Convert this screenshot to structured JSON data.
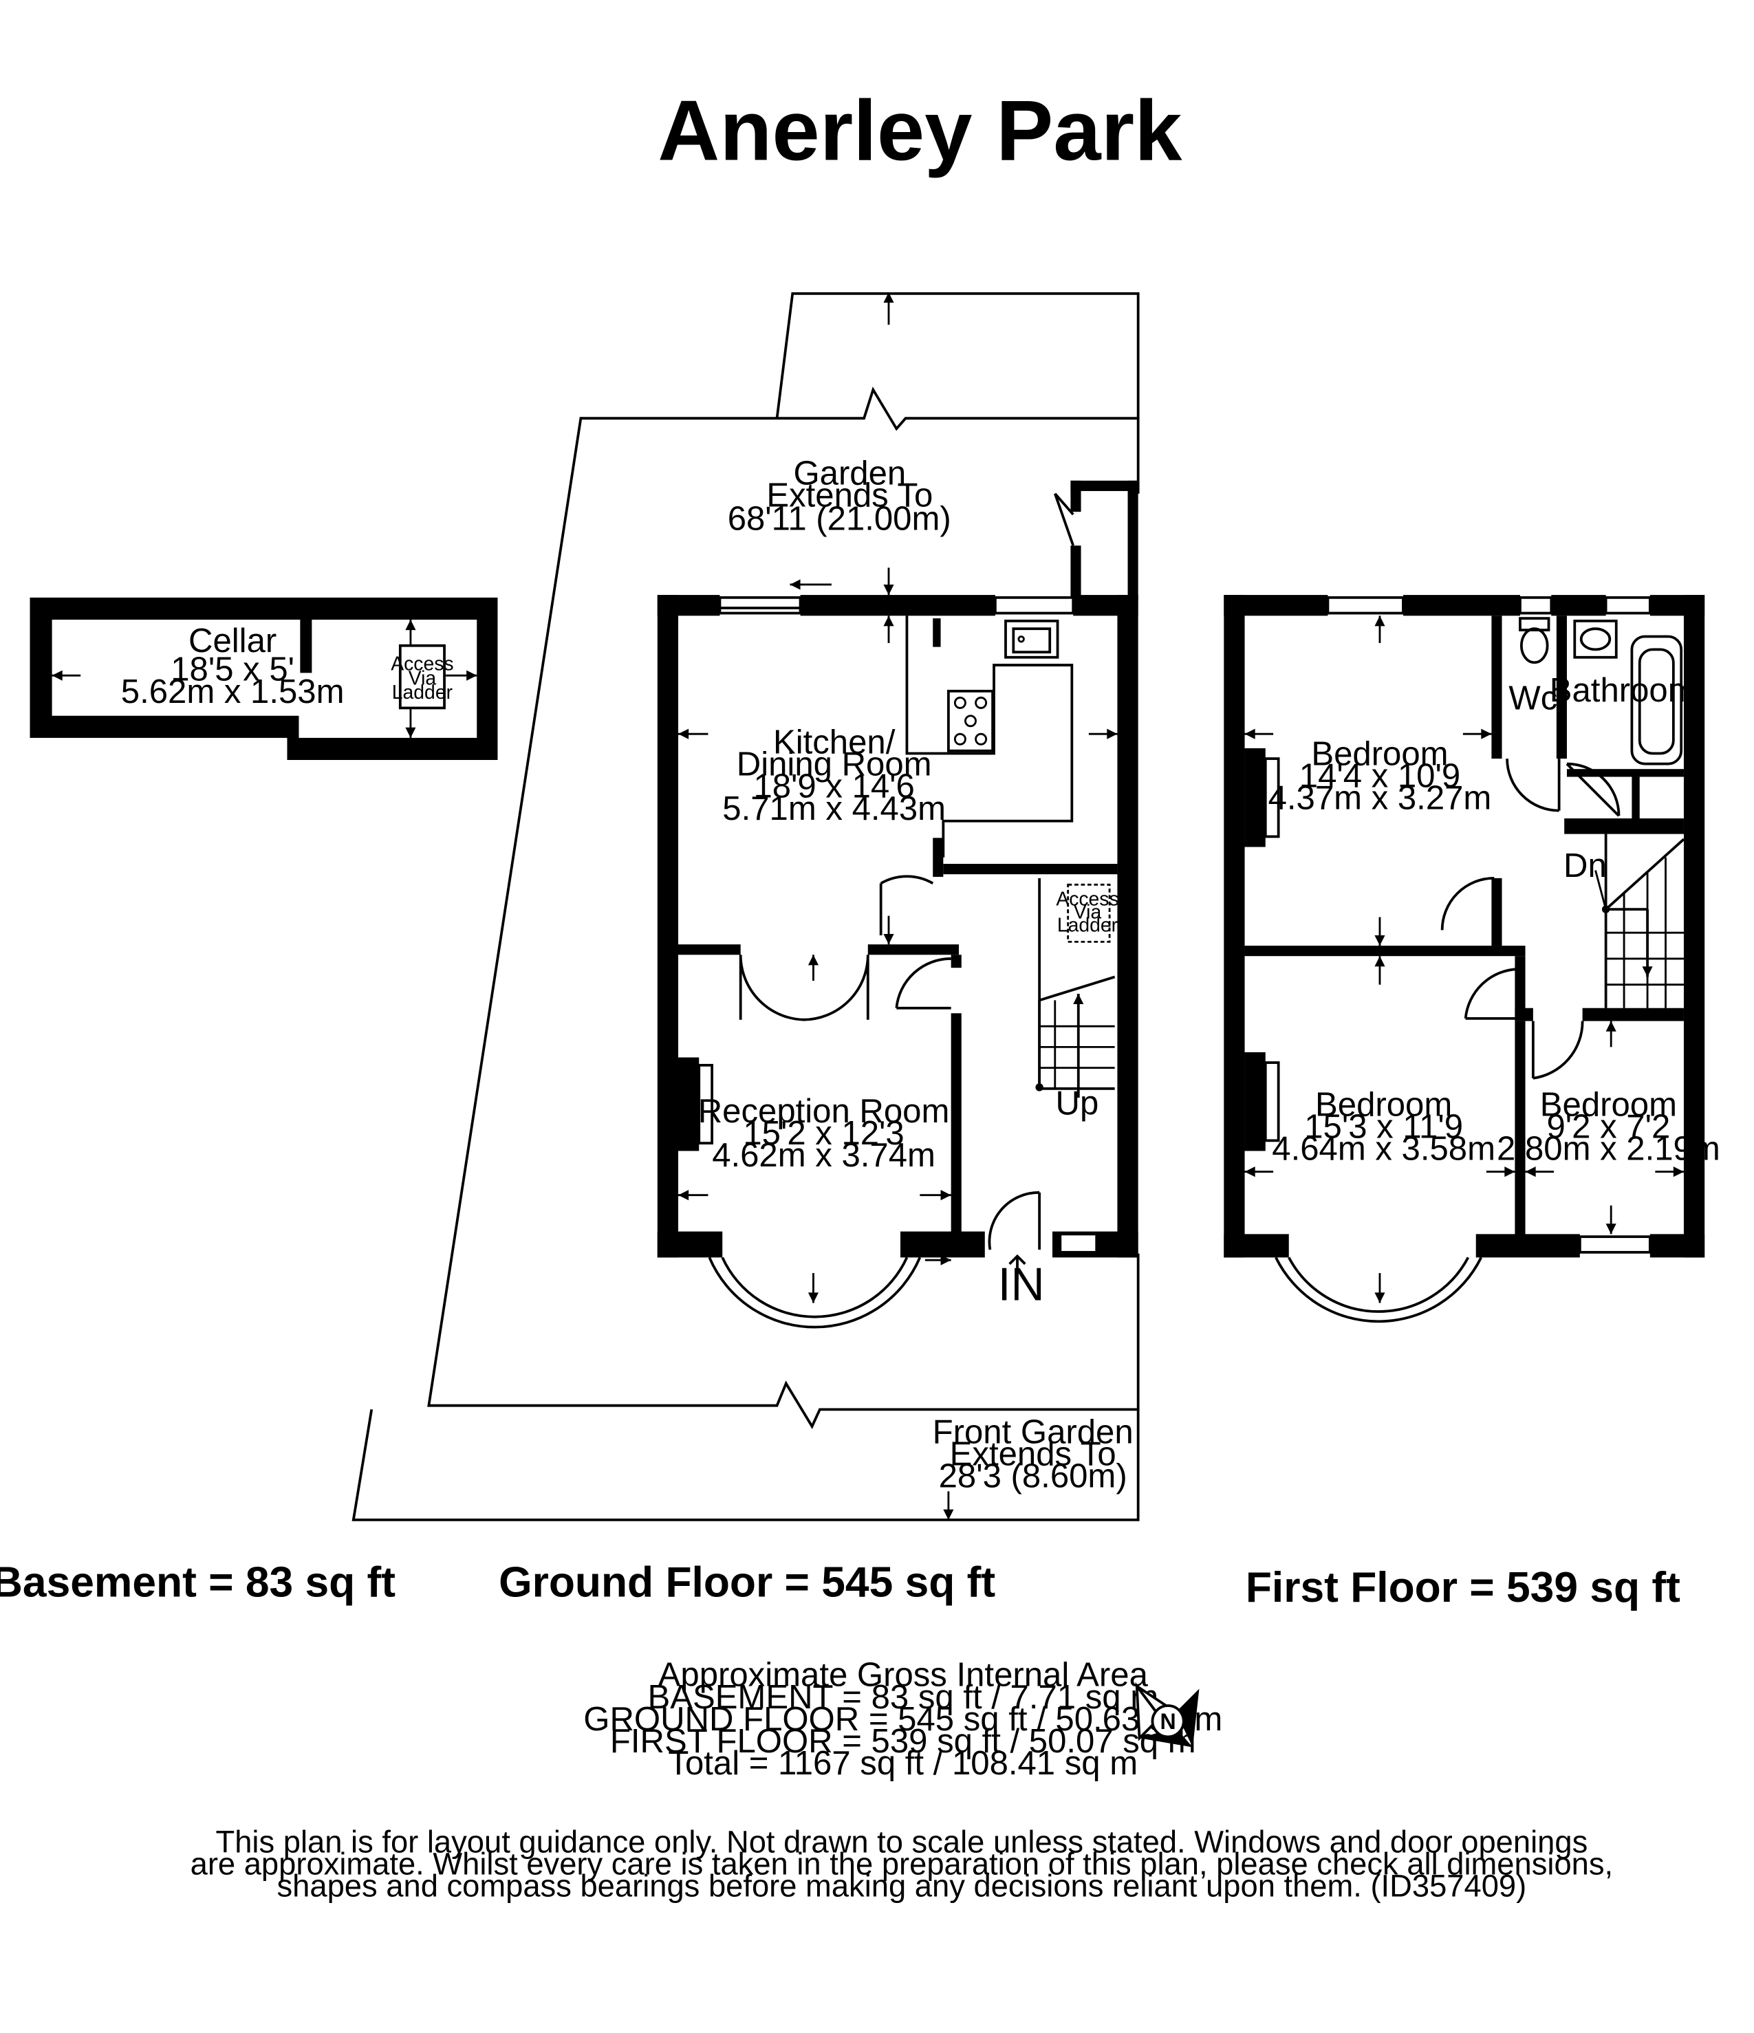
{
  "title": "Anerley Park",
  "floors": {
    "basement": {
      "area_label": "Basement = 83 sq ft"
    },
    "ground": {
      "area_label": "Ground Floor = 545 sq ft"
    },
    "first": {
      "area_label": "First Floor = 539 sq ft"
    }
  },
  "rooms": {
    "cellar": {
      "name": "Cellar",
      "imperial": "18'5 x 5'",
      "metric": "5.62m x 1.53m"
    },
    "kitchen": {
      "name_line1": "Kitchen/",
      "name_line2": "Dining Room",
      "imperial": "18'9 x 14'6",
      "metric": "5.71m x 4.43m"
    },
    "reception": {
      "name": "Reception Room",
      "imperial": "15'2 x 12'3",
      "metric": "4.62m x 3.74m"
    },
    "bedroom1": {
      "name": "Bedroom",
      "imperial": "14'4 x 10'9",
      "metric": "4.37m x 3.27m"
    },
    "bedroom2": {
      "name": "Bedroom",
      "imperial": "15'3 x 11'9",
      "metric": "4.64m x 3.58m"
    },
    "bedroom3": {
      "name": "Bedroom",
      "imperial": "9'2 x 7'2",
      "metric": "2.80m x 2.19m"
    },
    "wc": {
      "name": "Wc"
    },
    "bathroom": {
      "name": "Bathroom"
    }
  },
  "gardens": {
    "rear": {
      "line1": "Garden",
      "line2": "Extends To",
      "line3": "68'11 (21.00m)"
    },
    "front": {
      "line1": "Front Garden",
      "line2": "Extends To",
      "line3": "28'3 (8.60m)"
    }
  },
  "labels": {
    "up": "Up",
    "dn": "Dn",
    "in": "IN",
    "access_line1": "Access",
    "access_line2": "Via",
    "access_line3": "Ladder",
    "compass_letter": "N"
  },
  "gross_area": {
    "heading": "Approximate Gross Internal Area",
    "basement": "BASEMENT = 83 sq ft / 7.71 sq m",
    "ground": "GROUND FLOOR = 545 sq ft / 50.63 sq m",
    "first": "FIRST FLOOR = 539 sq ft / 50.07 sq m",
    "total": "Total = 1167 sq ft / 108.41 sq m"
  },
  "disclaimer": {
    "line1": "This plan is for layout guidance only. Not drawn to scale unless stated. Windows and door openings",
    "line2": "are approximate. Whilst every care is taken in the preparation of this plan, please check all dimensions,",
    "line3": "shapes and compass bearings before making any decisions reliant upon them. (ID357409)"
  }
}
